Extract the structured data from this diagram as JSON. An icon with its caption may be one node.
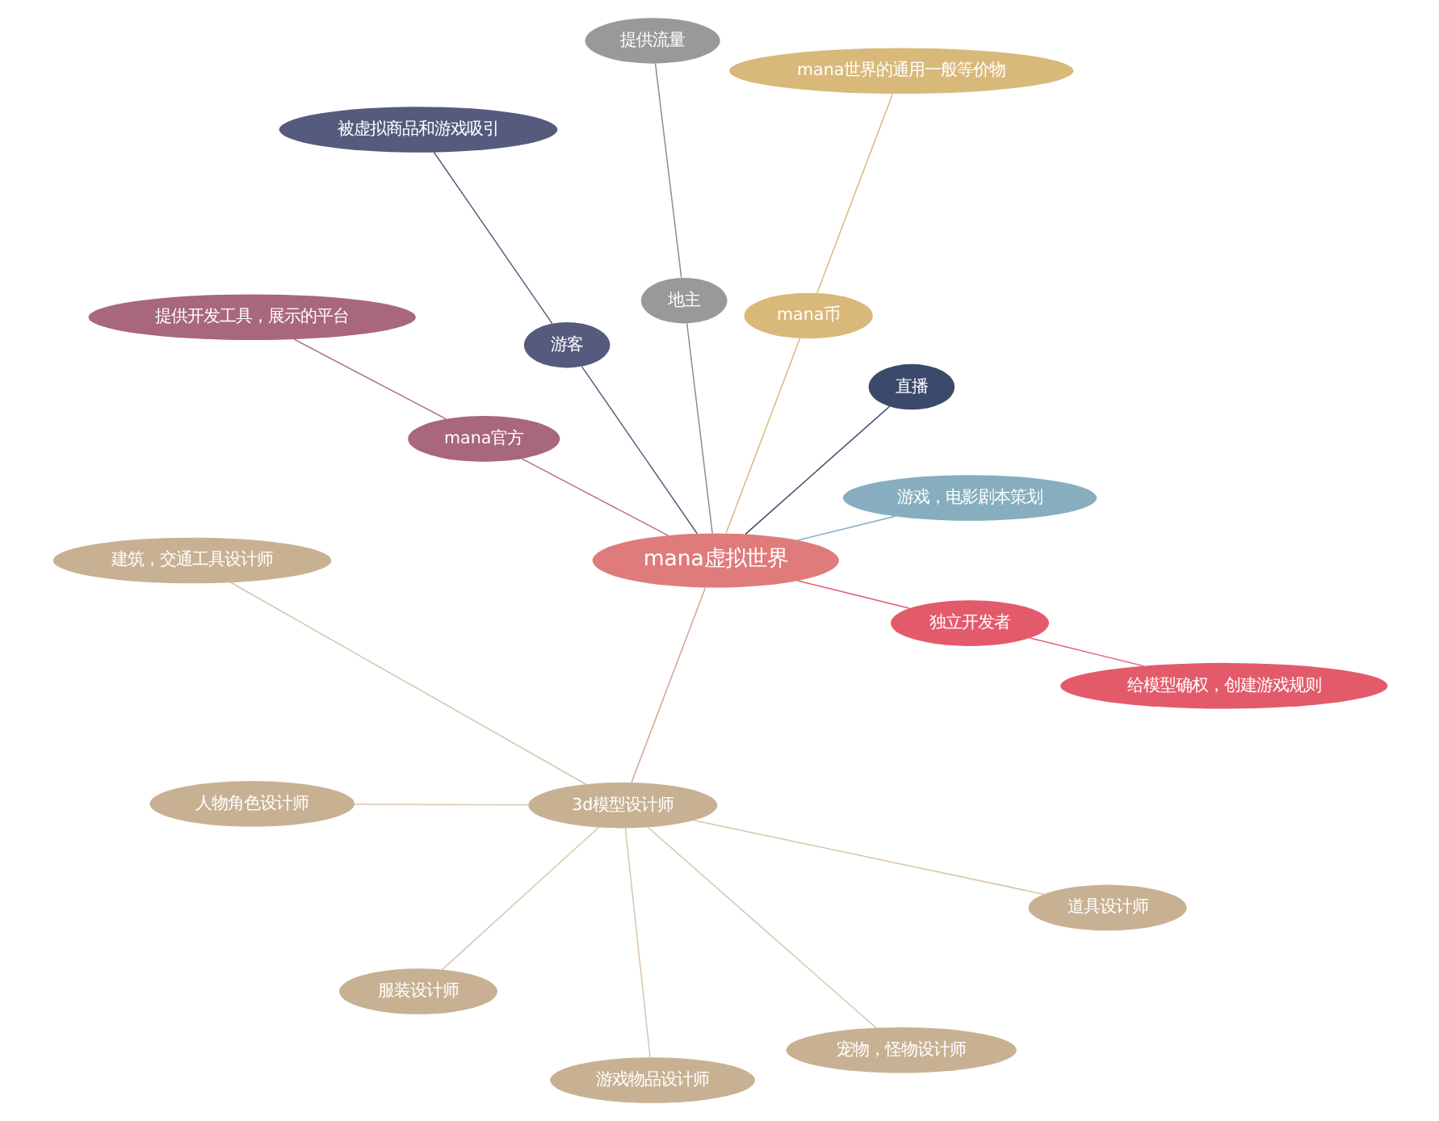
{
  "diagram": {
    "nodes": [
      {
        "text": [
          "mana虚拟世界"
        ]
      },
      {
        "text": [
          "游戏，电影剧本策划"
        ]
      },
      {
        "text": [
          "直播"
        ]
      },
      {
        "text": [
          "mana币"
        ]
      },
      {
        "text": [
          "mana世界的通用一般等价物"
        ]
      },
      {
        "text": [
          "地主"
        ]
      },
      {
        "text": [
          "提供流量"
        ]
      },
      {
        "text": [
          "游客"
        ]
      },
      {
        "text": [
          "被虚拟商品和游戏吸引"
        ]
      },
      {
        "text": [
          "mana官方"
        ]
      },
      {
        "text": [
          "提供开发工具，展示的平台"
        ]
      },
      {
        "text": [
          "3d模型设计师"
        ]
      },
      {
        "text": [
          "建筑，交通工具设计师"
        ]
      },
      {
        "text": [
          "人物角色设计师"
        ]
      },
      {
        "text": [
          "服装设计师"
        ]
      },
      {
        "text": [
          "游戏物品设计师"
        ]
      },
      {
        "text": [
          "宠物，怪物设计师"
        ]
      },
      {
        "text": [
          "道具设计师"
        ]
      },
      {
        "text": [
          "独立开发者"
        ]
      },
      {
        "text": [
          "给模型确权，创建游戏规则"
        ]
      }
    ],
    "edges": [
      {
        "from": 0,
        "to": 1,
        "arrow": "none",
        "color": "#86aebf"
      },
      {
        "from": 0,
        "to": 2,
        "arrow": "none",
        "color": "#3b4a6b"
      },
      {
        "from": 0,
        "to": 3,
        "arrow": "none",
        "color": "#d9b97a"
      },
      {
        "from": 3,
        "to": 4,
        "arrow": "none",
        "color": "#d9b97a"
      },
      {
        "from": 0,
        "to": 5,
        "arrow": "none",
        "color": "#8a8a9a"
      },
      {
        "from": 5,
        "to": 6,
        "arrow": "none",
        "color": "#8a8a9a"
      },
      {
        "from": 0,
        "to": 7,
        "arrow": "none",
        "color": "#565a7d"
      },
      {
        "from": 7,
        "to": 8,
        "arrow": "none",
        "color": "#565a7d"
      },
      {
        "from": 0,
        "to": 9,
        "arrow": "none",
        "color": "#c06a7a"
      },
      {
        "from": 9,
        "to": 10,
        "arrow": "none",
        "color": "#a8667f"
      },
      {
        "from": 0,
        "to": 11,
        "arrow": "none",
        "color": "#d9a090"
      },
      {
        "from": 11,
        "to": 12,
        "arrow": "none",
        "color": "#d8c4aa"
      },
      {
        "from": 11,
        "to": 13,
        "arrow": "none",
        "color": "#d8c4aa"
      },
      {
        "from": 11,
        "to": 14,
        "arrow": "none",
        "color": "#d8c4aa"
      },
      {
        "from": 11,
        "to": 15,
        "arrow": "none",
        "color": "#d8c4aa"
      },
      {
        "from": 11,
        "to": 16,
        "arrow": "none",
        "color": "#d8c4aa"
      },
      {
        "from": 11,
        "to": 17,
        "arrow": "none",
        "color": "#d8c4aa"
      },
      {
        "from": 0,
        "to": 18,
        "arrow": "none",
        "color": "#e35b6b"
      },
      {
        "from": 18,
        "to": 19,
        "arrow": "none",
        "color": "#e35b6b"
      }
    ]
  }
}
